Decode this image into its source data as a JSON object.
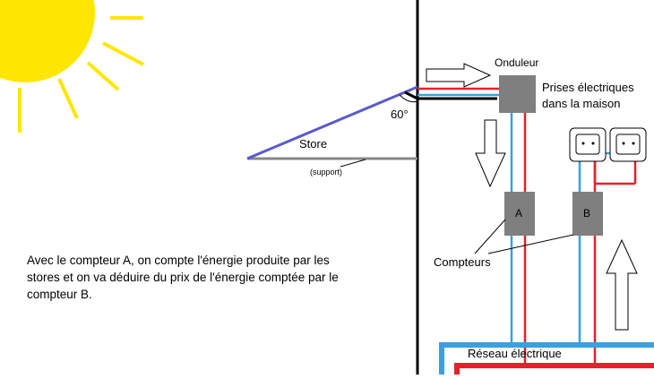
{
  "labels": {
    "inverter": "Onduleur",
    "outlets_line1": "Prises électriques",
    "outlets_line2": "dans la maison",
    "angle": "60°",
    "awning": "Store",
    "support": "(support)",
    "meter_a": "A",
    "meter_b": "B",
    "meters": "Compteurs",
    "grid": "Réseau électrique"
  },
  "note": "Avec le compteur A, on compte l'énergie produite par les stores et on va déduire du prix de l'énergie comptée par le compteur B.",
  "colors": {
    "sun": "#ffe600",
    "wire_red": "#e8202a",
    "wire_blue": "#3aa0e0",
    "panel": "#5a5acb",
    "support": "#888888",
    "box": "#7f7f7f"
  }
}
